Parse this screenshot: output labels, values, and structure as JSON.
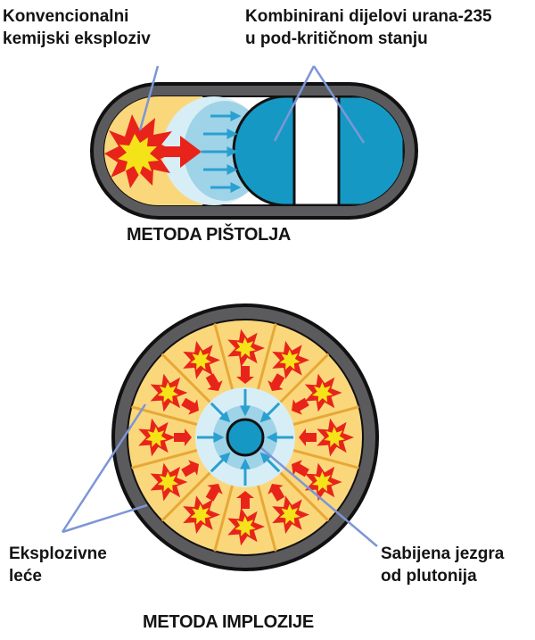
{
  "gun": {
    "explosive_label": [
      "Konvencionalni",
      "kemijski eksploziv"
    ],
    "uranium_label": [
      "Kombinirani dijelovi urana-235",
      "u pod-kritičnom stanju"
    ],
    "caption": "METODA PIŠTOLJA"
  },
  "implosion": {
    "lenses_label": [
      "Eksplozivne",
      "leće"
    ],
    "core_label": [
      "Sabijena jezgra",
      "od plutonija"
    ],
    "caption": "METODA IMPLOZIJE"
  },
  "colors": {
    "casing": "#5b5b5d",
    "casing_outline": "#111111",
    "explosive_fill": "#fbd77c",
    "blast_red": "#e8241a",
    "blast_yellow": "#f5e31a",
    "uranium_blue": "#1599c4",
    "shockwave_light": "#d8eef6",
    "shockwave_mid": "#9fd3e8",
    "arrow_blue": "#2aa0d0",
    "pointer_line": "#7d96d6",
    "segment_line": "#e7a836"
  }
}
